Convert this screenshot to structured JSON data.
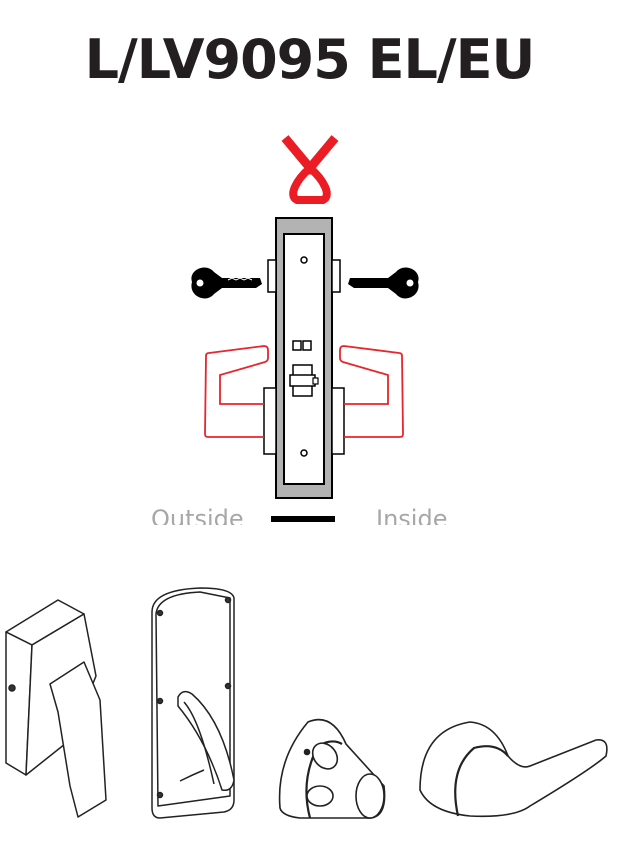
{
  "header": {
    "title": "L/LV9095 EL/EU"
  },
  "function_diagram": {
    "symbol": "red-ribbon-icon",
    "labels": {
      "outside": "Outside",
      "inside": "Inside"
    },
    "colors": {
      "accent_red": "#ec1c24",
      "lever_red": "#e8252b",
      "faceplate_gray": "#b3b3b3",
      "outline": "#000000",
      "label_gray": "#a7a7a7"
    }
  },
  "trim_options": [
    {
      "name": "exit-device-lever-trim"
    },
    {
      "name": "escutcheon-plate-lever-trim"
    },
    {
      "name": "rose-knob-trim"
    },
    {
      "name": "lever-handle-trim"
    }
  ]
}
